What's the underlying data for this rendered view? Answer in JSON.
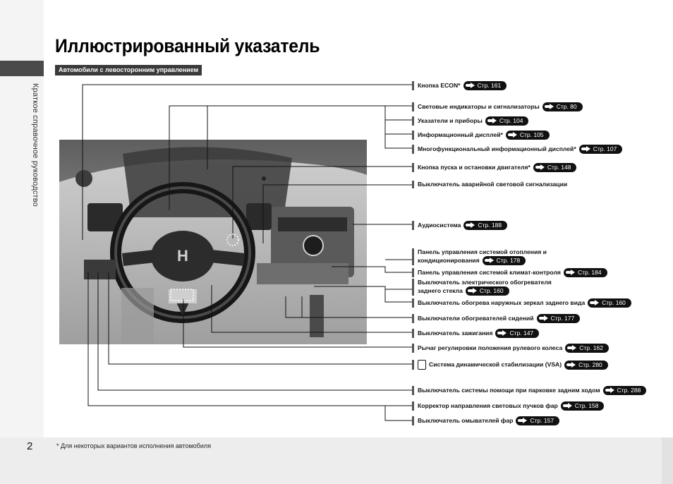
{
  "page": {
    "title": "Иллюстрированный указатель",
    "subtitle": "Автомобили с левосторонним управлением",
    "side_label": "Краткое справочное руководство",
    "page_number": "2",
    "footnote": "* Для некоторых вариантов исполнения автомобиля"
  },
  "colors": {
    "badge_bg": "#3a3a3a",
    "ref_pill_bg": "#111111",
    "leader_line": "#111111"
  },
  "callouts": [
    {
      "label": "Кнопка ECON*",
      "ref": "Стр. 161"
    },
    {
      "label": "Световые индикаторы и сигнализаторы",
      "ref": "Стр. 80"
    },
    {
      "label": "Указатели и приборы",
      "ref": "Стр. 104"
    },
    {
      "label": "Информационный дисплей*",
      "ref": "Стр. 105"
    },
    {
      "label": "Многофункциональный информационный дисплей*",
      "ref": "Стр. 107"
    },
    {
      "label": "Кнопка пуска и остановки двигателя*",
      "ref": "Стр. 148"
    },
    {
      "label": "Выключатель аварийной световой сигнализации",
      "ref": ""
    },
    {
      "label": "Аудиосистема",
      "ref": "Стр. 188"
    },
    {
      "label": "Панель управления системой отопления и кондиционирования",
      "ref": "Стр. 178"
    },
    {
      "label": "Панель управления системой климат-контроля",
      "ref": "Стр. 184"
    },
    {
      "label": "Выключатель электрического обогревателя заднего стекла",
      "ref": "Стр. 160"
    },
    {
      "label": "Выключатель обогрева наружных зеркал заднего вида",
      "ref": "Стр. 160"
    },
    {
      "label": "Выключатели обогревателей сидений",
      "ref": "Стр. 177"
    },
    {
      "label": "Выключатель зажигания",
      "ref": "Стр. 147"
    },
    {
      "label": "Рычаг регулировки положения рулевого колеса",
      "ref": "Стр. 162"
    },
    {
      "label": "Система динамической стабилизации (VSA)",
      "ref": "Стр. 280"
    },
    {
      "label": "Выключатель системы помощи при парковке задним ходом",
      "ref": "Стр. 288"
    },
    {
      "label": "Корректор направления световых пучков фар",
      "ref": "Стр. 158"
    },
    {
      "label": "Выключатель омывателей фар",
      "ref": "Стр. 157"
    }
  ]
}
